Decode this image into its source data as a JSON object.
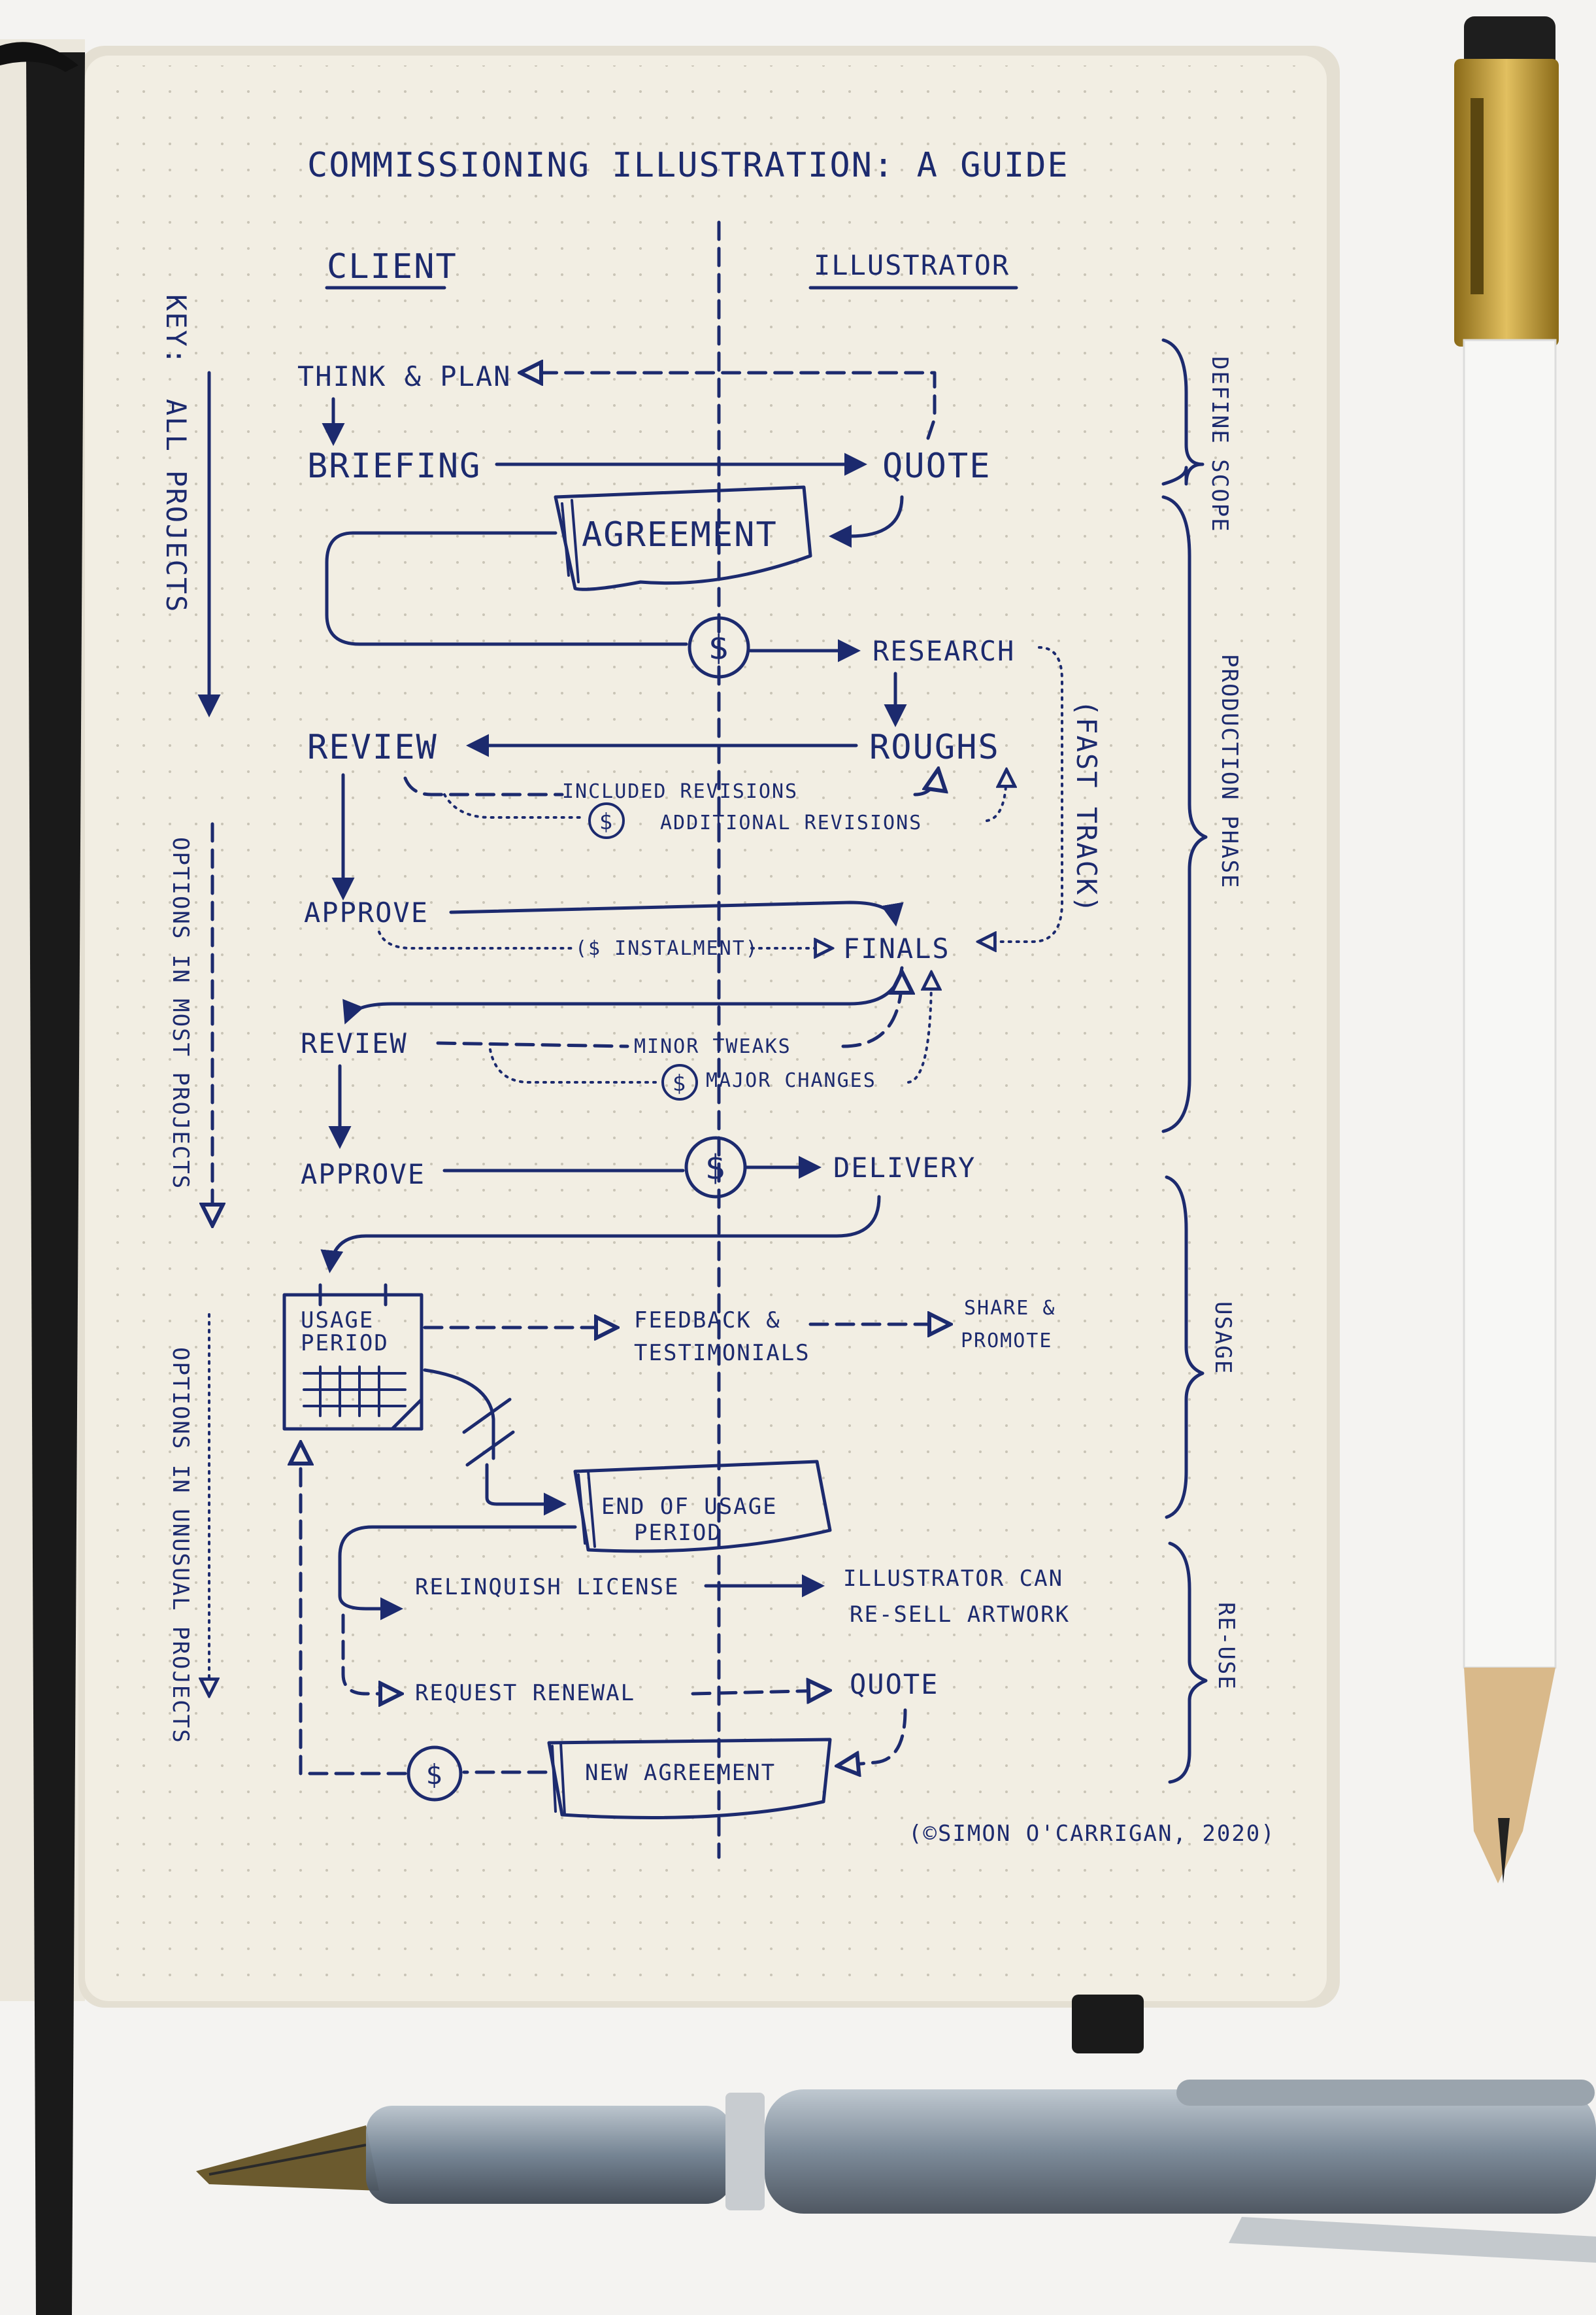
{
  "title": "COMMISSIONING ILLUSTRATION: A GUIDE",
  "columns": {
    "client": "CLIENT",
    "illustrator": "ILLUSTRATOR"
  },
  "key": {
    "label": "KEY:",
    "all_projects": "ALL PROJECTS",
    "most_projects": "OPTIONS IN MOST PROJECTS",
    "unusual_projects": "OPTIONS IN UNUSUAL PROJECTS"
  },
  "phases": {
    "define_scope": "DEFINE SCOPE",
    "production": "PRODUCTION PHASE",
    "usage": "USAGE",
    "reuse": "RE-USE"
  },
  "nodes": {
    "think_plan": "THINK & PLAN",
    "briefing": "BRIEFING",
    "quote": "QUOTE",
    "agreement": "AGREEMENT",
    "dollar": "$",
    "research": "RESEARCH",
    "review1": "REVIEW",
    "roughs": "ROUGHS",
    "included_revisions": "INCLUDED REVISIONS",
    "additional_revisions": "ADDITIONAL REVISIONS",
    "fast_track": "(FAST TRACK)",
    "approve1": "APPROVE",
    "instalment": "($ INSTALMENT)",
    "finals": "FINALS",
    "review2": "REVIEW",
    "minor_tweaks": "MINOR TWEAKS",
    "major_changes": "MAJOR CHANGES",
    "approve2": "APPROVE",
    "delivery": "DELIVERY",
    "usage_period": "USAGE PERIOD",
    "feedback": "FEEDBACK &",
    "testimonials": "TESTIMONIALS",
    "share": "SHARE &",
    "promote": "PROMOTE",
    "end_usage_1": "END OF USAGE",
    "end_usage_2": "PERIOD",
    "relinquish": "RELINQUISH LICENSE",
    "resell_1": "ILLUSTRATOR CAN",
    "resell_2": "RE-SELL ARTWORK",
    "request_renewal": "REQUEST RENEWAL",
    "quote2": "QUOTE",
    "new_agreement": "NEW AGREEMENT"
  },
  "credit": "(©SIMON O'CARRIGAN, 2020)",
  "colors": {
    "ink": "#1c2a6e",
    "paper": "#f2eee3",
    "background": "#f4f3f1",
    "strap": "#1a1a1a",
    "pencil": "#f7f7f5",
    "ferrule": "#c79a2c",
    "pen_body": "#7d8d9c"
  }
}
